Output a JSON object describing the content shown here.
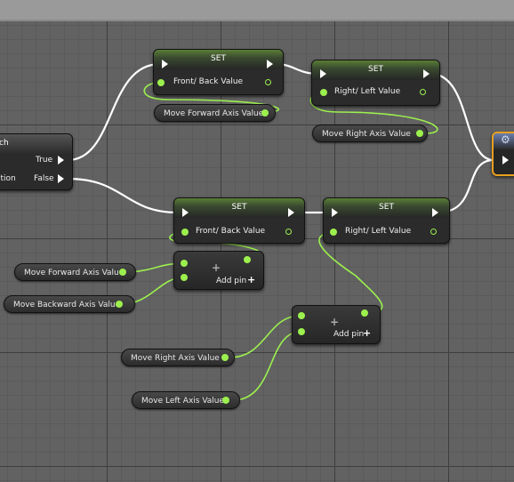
{
  "nodes": {
    "set": "SET",
    "front_back": "Front/ Back Value",
    "right_left": "Right/ Left Value",
    "add_pin": "Add pin",
    "plus": "+"
  },
  "branch": {
    "title_fragment": "ch",
    "true_label": "True",
    "false_label": "False",
    "condition_fragment": "ition"
  },
  "variables": {
    "move_forward": "Move Forward Axis Value",
    "move_right": "Move Right Axis Value",
    "move_backward": "Move Backward Axis Value",
    "move_left": "Move Left Axis Value"
  },
  "colors": {
    "float_pin": "#9cf04e",
    "exec_wire": "#ffffff",
    "selected_border": "#e8a020"
  }
}
